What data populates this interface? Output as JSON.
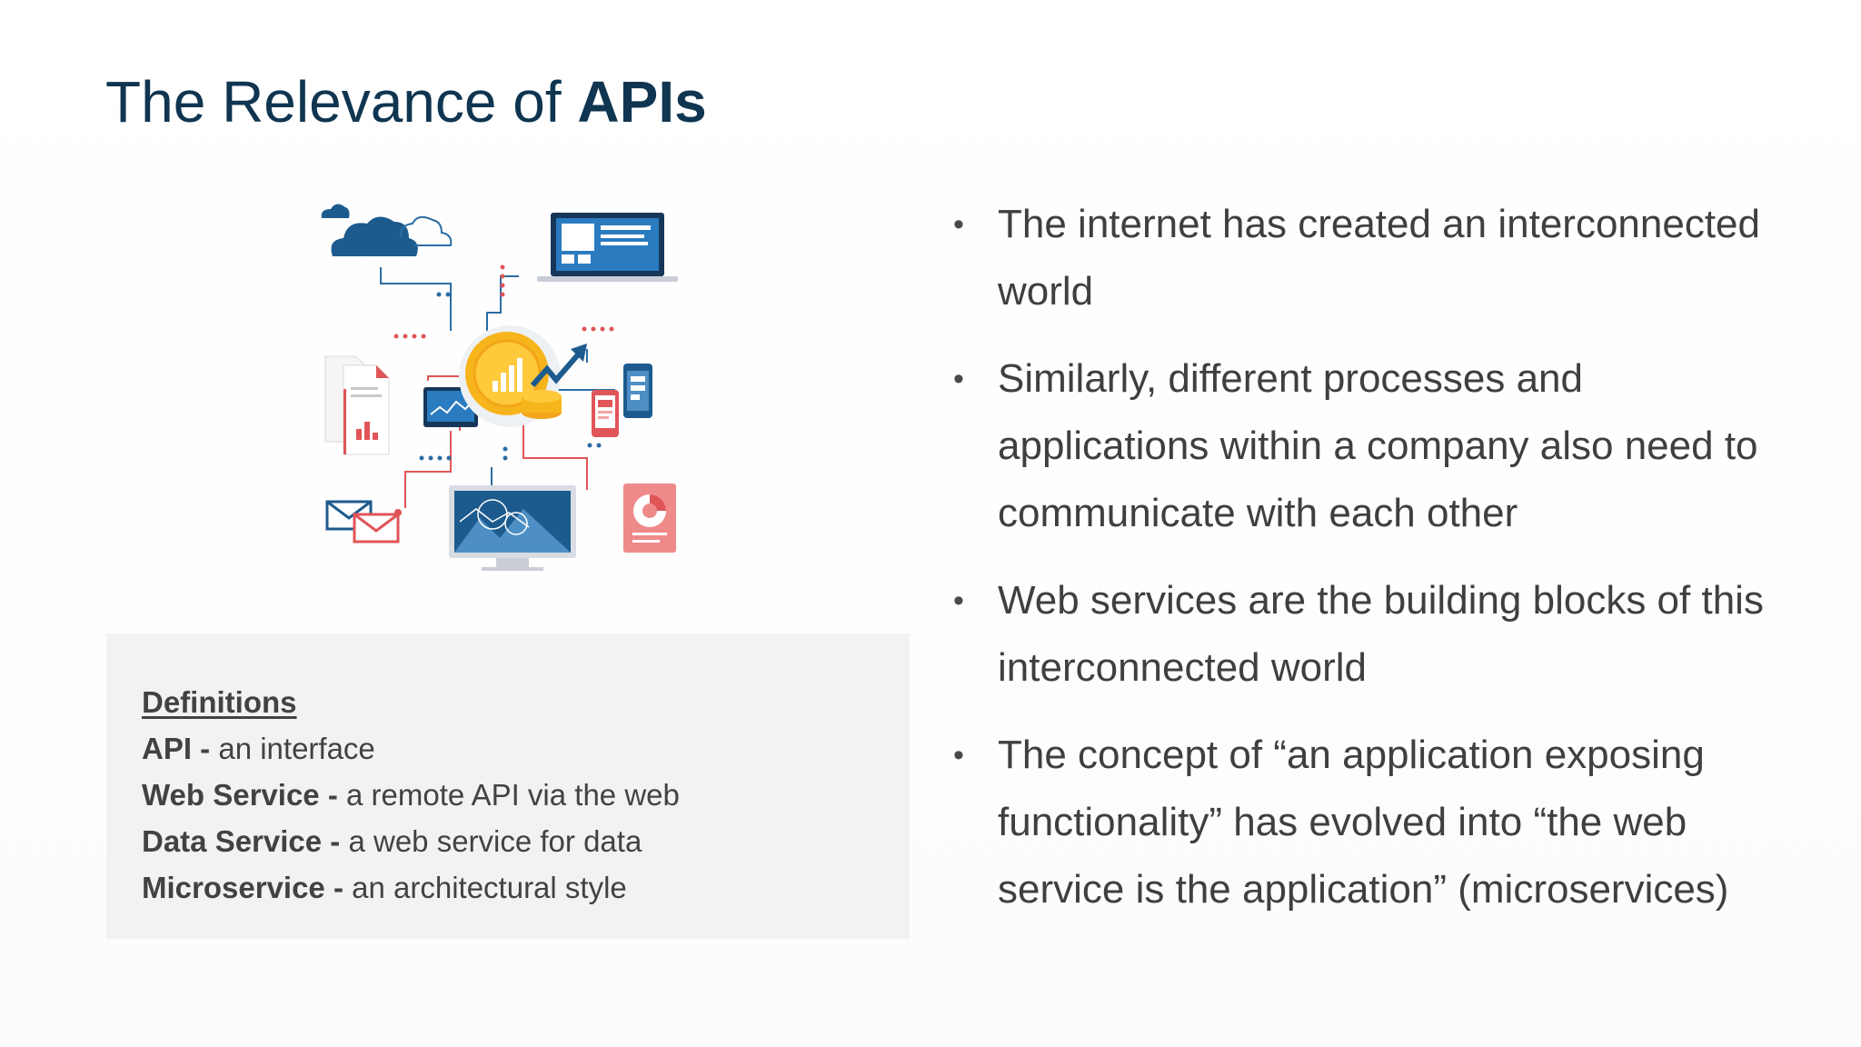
{
  "slide": {
    "title_regular": "The Relevance of ",
    "title_bold": "APIs"
  },
  "illustration": {
    "icons": [
      "cloud-icon",
      "laptop-icon",
      "document-chart-icon",
      "chart-window-icon",
      "coin-chart-icon",
      "trend-arrow-icon",
      "phone-icon",
      "tablet-icon",
      "mail-icon",
      "monitor-icon",
      "pie-report-icon"
    ],
    "colors": {
      "navy": "#1d5b8e",
      "light_blue": "#4d8fc4",
      "gold": "#f7b51c",
      "red": "#e05558",
      "pink": "#ef8a8a"
    }
  },
  "definitions": {
    "heading": "Definitions",
    "items": [
      {
        "term": "API - ",
        "desc": "an interface"
      },
      {
        "term": "Web Service - ",
        "desc": "a remote API via the web"
      },
      {
        "term": "Data Service - ",
        "desc": "a web service for data"
      },
      {
        "term": "Microservice - ",
        "desc": "an architectural style"
      }
    ]
  },
  "bullets": [
    {
      "marker": "•",
      "text": "The internet has created an interconnected world"
    },
    {
      "marker": "•",
      "text": "Similarly, different processes and applications within a company also need to communicate with each other"
    },
    {
      "marker": "•",
      "text": "Web services are the building blocks of this interconnected world"
    },
    {
      "marker": "•",
      "text": "The concept of “an application exposing functionality” has evolved into “the web service is the application” (microservices)"
    }
  ]
}
